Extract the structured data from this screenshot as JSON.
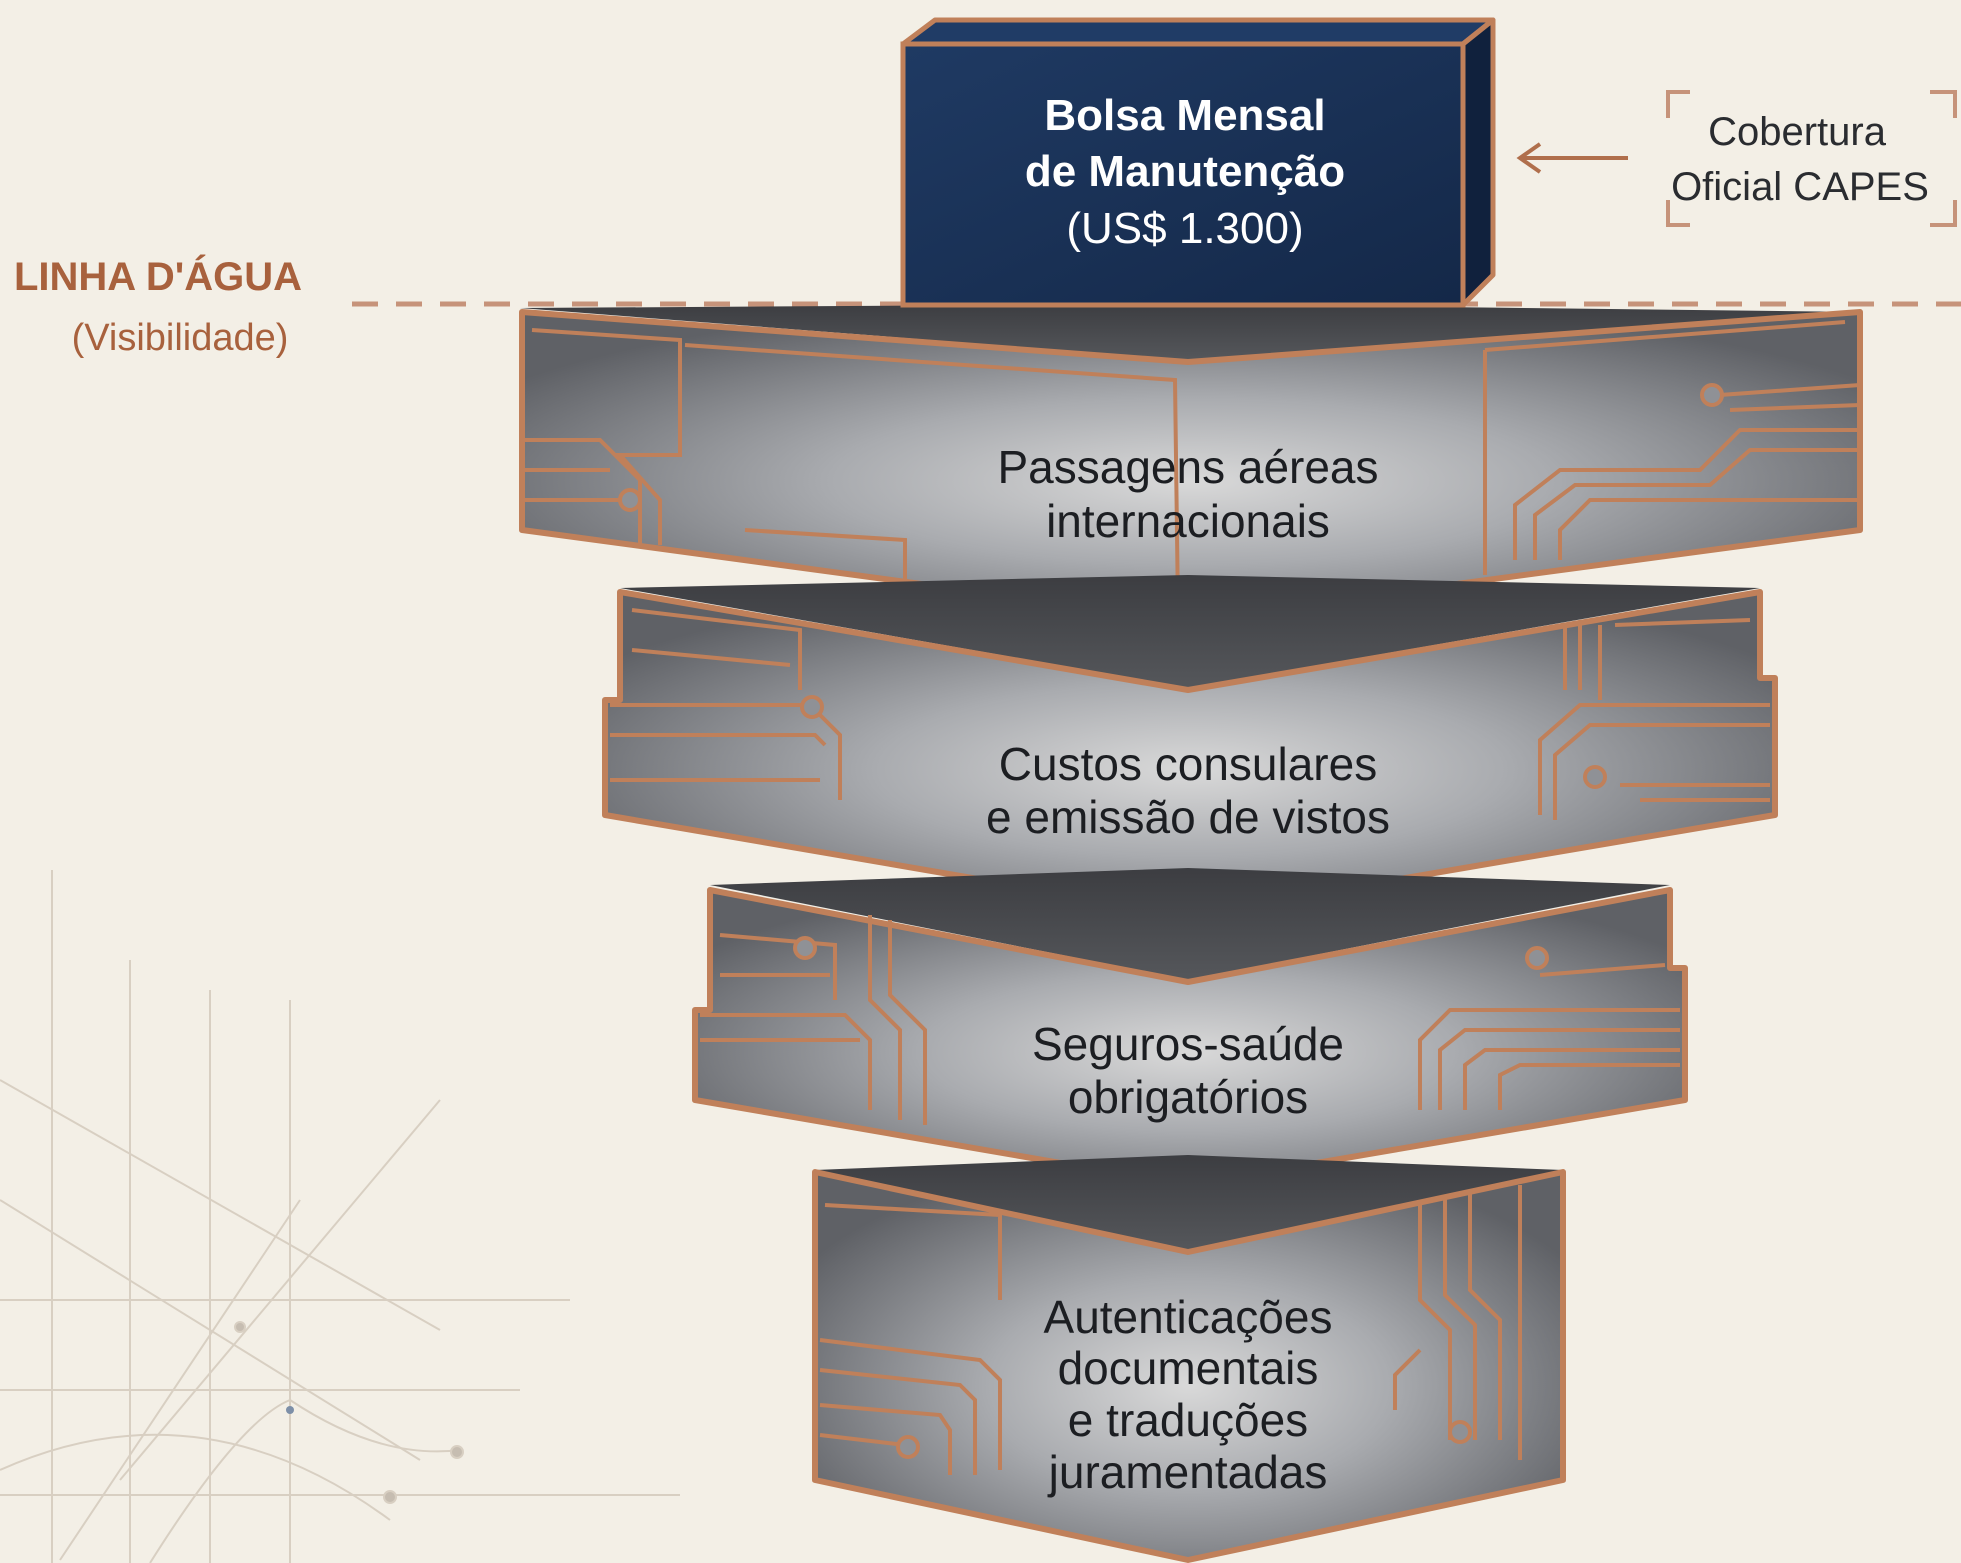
{
  "waterline": {
    "title": "LINHA D'ÁGUA",
    "subtitle": "(Visibilidade)"
  },
  "top_block": {
    "line1": "Bolsa Mensal",
    "line2": "de Manutenção",
    "line3": "(US$ 1.300)"
  },
  "coverage_note": {
    "line1": "Cobertura",
    "line2": "Oficial CAPES"
  },
  "hidden_blocks": [
    {
      "lines": [
        "Passagens aéreas",
        "internacionais"
      ]
    },
    {
      "lines": [
        "Custos consulares",
        "e emissão de vistos"
      ]
    },
    {
      "lines": [
        "Seguros-saúde",
        "obrigatórios"
      ]
    },
    {
      "lines": [
        "Autenticações",
        "documentais",
        "e traduções",
        "juramentadas"
      ]
    }
  ],
  "colors": {
    "background": "#f3efe6",
    "accent_copper": "#c0805a",
    "top_block_navy": "#1b3358",
    "block_gray": "#6b6d72"
  }
}
